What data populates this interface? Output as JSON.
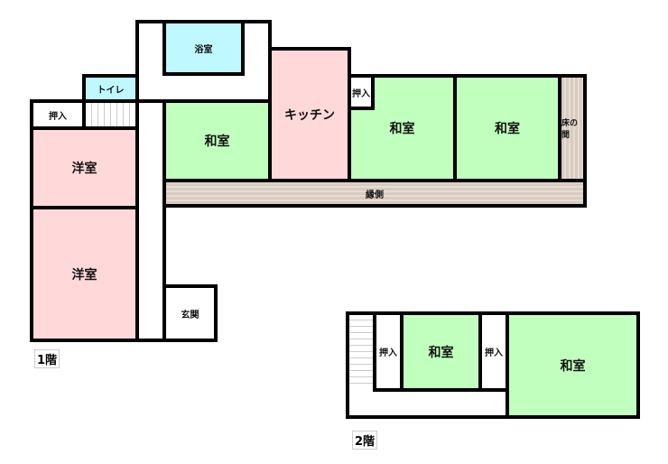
{
  "floor1": {
    "label": "1階",
    "rooms": {
      "bath": "浴室",
      "toilet": "トイレ",
      "closet_left": "押入",
      "western1": "洋室",
      "western2": "洋室",
      "japanese1": "和室",
      "kitchen": "キッチン",
      "closet_right": "押入",
      "japanese2": "和室",
      "japanese3": "和室",
      "tokonoma": "床の間",
      "engawa": "縁側",
      "entrance": "玄関"
    }
  },
  "floor2": {
    "label": "2階",
    "rooms": {
      "closet1": "押入",
      "japanese1": "和室",
      "closet2": "押入",
      "japanese2": "和室"
    }
  }
}
